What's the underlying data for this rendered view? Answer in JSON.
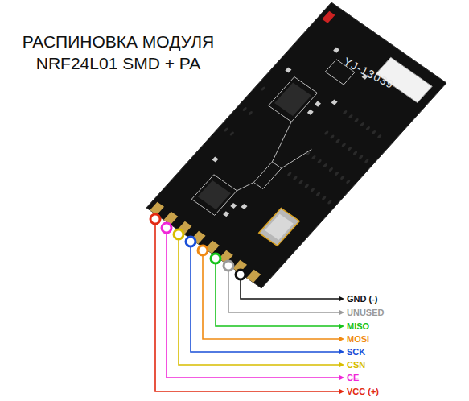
{
  "diagram": {
    "title": "РАСПИНОВКА МОДУЛЯ NRF24L01 SMD + PA",
    "labels": [
      "GND (-)",
      "UNUSED",
      "MISO",
      "MOSI",
      "SCK",
      "CSN",
      "CE",
      "VCC (+)",
      "YJ-13039"
    ]
  }
}
